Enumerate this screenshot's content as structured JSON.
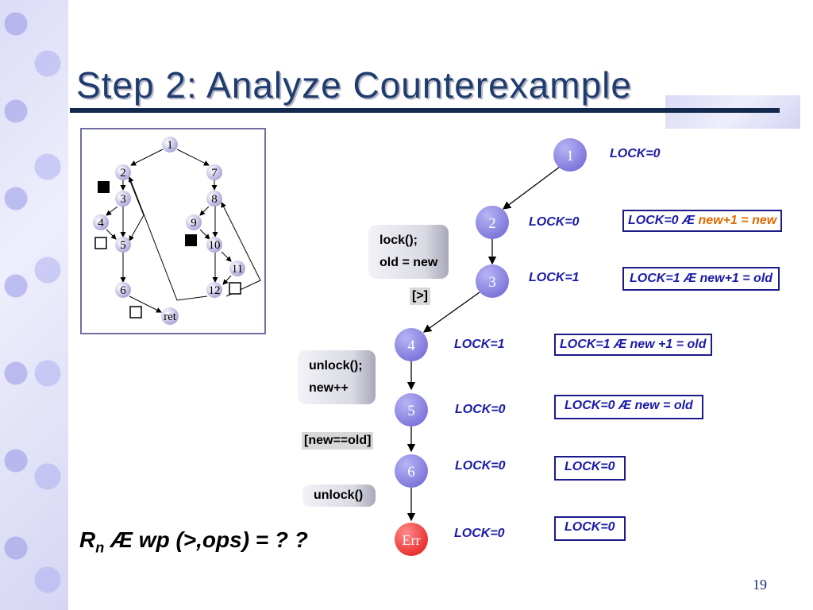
{
  "title": "Step 2: Analyze Counterexample",
  "page_number": "19",
  "cfg": {
    "nodes": [
      "1",
      "2",
      "3",
      "4",
      "5",
      "6",
      "7",
      "8",
      "9",
      "10",
      "11",
      "12",
      "ret"
    ]
  },
  "trace": {
    "nodes": [
      "1",
      "2",
      "3",
      "4",
      "5",
      "6",
      "Err"
    ],
    "lock_labels": [
      "LOCK=0",
      "LOCK=0",
      "LOCK=1",
      "LOCK=1",
      "LOCK=0",
      "LOCK=0",
      "LOCK=0"
    ],
    "wp_boxes": [
      {
        "pre": "LOCK=0 Æ ",
        "highlight": "new+1 = new"
      },
      {
        "pre": "LOCK=1 Æ new+1 = old"
      },
      {
        "pre": "LOCK=1 Æ new +1 = old"
      },
      {
        "pre": "LOCK=0 Æ new = old"
      },
      {
        "pre": "LOCK=0"
      },
      {
        "pre": "LOCK=0"
      }
    ],
    "ops": {
      "lock_line1": "lock();",
      "lock_line2": "old = new",
      "unlock_line1": "unlock();",
      "unlock_line2": "new++",
      "unlock_final": "unlock()"
    },
    "assumes": {
      "true_guard": "[>]",
      "eq_guard": "[new==old]"
    }
  },
  "formula": {
    "r": "R",
    "sub": "n",
    "rest": " Æ  wp (>,ops) = ?  ?"
  },
  "colors": {
    "title": "#1f3c6e",
    "node": "#8a84e0",
    "err": "#f24a4a",
    "label": "#1a1aa8",
    "highlight": "#e06a00"
  }
}
